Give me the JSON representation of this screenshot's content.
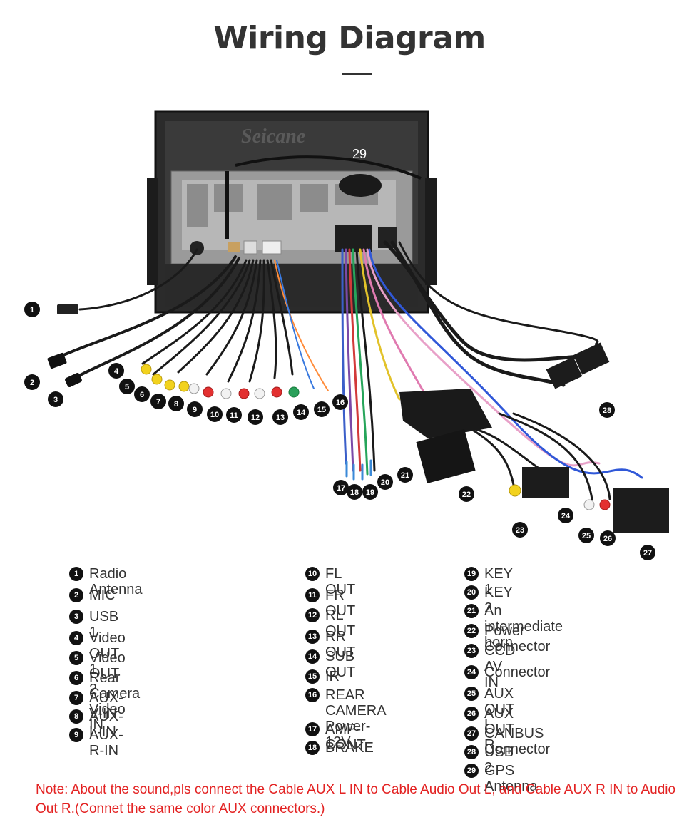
{
  "header": {
    "title": "Wiring Diagram"
  },
  "device": {
    "watermark": "Seicane"
  },
  "callouts": [
    "1",
    "2",
    "3",
    "4",
    "5",
    "6",
    "7",
    "8",
    "9",
    "10",
    "11",
    "12",
    "13",
    "14",
    "15",
    "16",
    "17",
    "18",
    "19",
    "20",
    "21",
    "22",
    "23",
    "24",
    "25",
    "26",
    "27",
    "28",
    "29"
  ],
  "legend": {
    "col1": [
      {
        "n": "1",
        "label": "Radio Antenna"
      },
      {
        "n": "2",
        "label": "MIC"
      },
      {
        "n": "3",
        "label": "USB 1"
      },
      {
        "n": "4",
        "label": "Video OUT 1"
      },
      {
        "n": "5",
        "label": "Video OUT 2"
      },
      {
        "n": "6",
        "label": "Rear Camera Video IN"
      },
      {
        "n": "7",
        "label": "AUX-V-IN"
      },
      {
        "n": "8",
        "label": "AUX-L-IN"
      },
      {
        "n": "9",
        "label": "AUX-R-IN"
      }
    ],
    "col2": [
      {
        "n": "10",
        "label": "FL OUT"
      },
      {
        "n": "11",
        "label": "FR OUT"
      },
      {
        "n": "12",
        "label": "RL OUT"
      },
      {
        "n": "13",
        "label": "RR OUT"
      },
      {
        "n": "14",
        "label": "SUB OUT"
      },
      {
        "n": "15",
        "label": "IR"
      },
      {
        "n": "16",
        "label": "REAR CAMERA\nPower-12V"
      },
      {
        "n": "17",
        "label": "AMP-CONT"
      },
      {
        "n": "18",
        "label": "BRAKE"
      }
    ],
    "col3": [
      {
        "n": "19",
        "label": "KEY 1"
      },
      {
        "n": "20",
        "label": "KEY 2"
      },
      {
        "n": "21",
        "label": "An intermediate horn"
      },
      {
        "n": "22",
        "label": "Power Connector"
      },
      {
        "n": "23",
        "label": "CCD AV IN"
      },
      {
        "n": "24",
        "label": "Connector"
      },
      {
        "n": "25",
        "label": "AUX OUT L"
      },
      {
        "n": "26",
        "label": "AUX OUT R"
      },
      {
        "n": "27",
        "label": "CANBUS Connector"
      },
      {
        "n": "28",
        "label": "USB 2"
      },
      {
        "n": "29",
        "label": "GPS Antenna"
      }
    ]
  },
  "note": "Note: About the sound,pls connect the Cable AUX L IN to Cable Audio Out L, and Cable AUX R IN to  Audio Out R.(Connet the same color AUX connectors.)"
}
